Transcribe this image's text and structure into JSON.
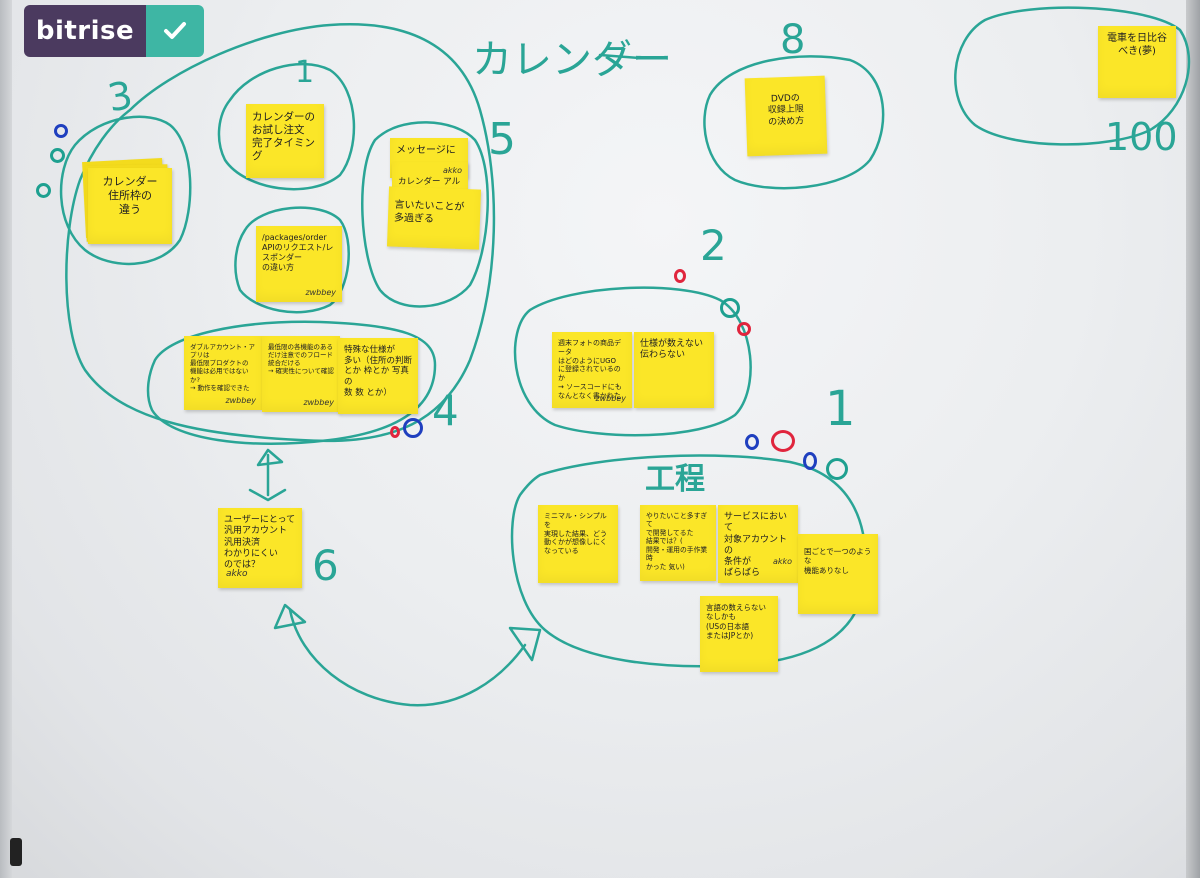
{
  "logo": {
    "text": "bitrise"
  },
  "board": {
    "title": "カレンダー",
    "numbers": {
      "n3": "3",
      "n1_top": "1",
      "n5": "5",
      "n8": "8",
      "n100": "100",
      "n2": "2",
      "n1_right": "1",
      "n4": "4",
      "n6": "6"
    },
    "section_label": "工程"
  },
  "notes": {
    "calendar_location": "カレンダー\n住所枠の\n違う",
    "calendar_order": "カレンダーの\nお試し注文\n完了タイミング",
    "message_top": "メッセージに",
    "message_mid": "カレンダー アルバム",
    "message_bottom": "言いたいことが\n多過ぎる",
    "message_sig": "akko",
    "packages": "/packages/order\nAPIのリクエスト/レスポンダー\nの違い方",
    "packages_sig": "zwbbey",
    "note_a": "ダブルアカウント・アプリは\n最低限プロダクトの\n機能は必用ではないか?\n→ 動作を確認できた",
    "note_a_sig": "zwbbey",
    "note_b": "最低限の各機能のある\nだけ注意でのフロード\n統合だける\n→ 確実性について確認",
    "note_b_sig": "zwbbey",
    "note_c": "特殊な仕様が\n多い（住所の判断\nとか 枠とか 写真の\n数 数 とか）",
    "photo": "週末フォトの商品データ\nはどのようにUGO\nに登録されているのか\n→ ソースコードにも\nなんとなく書かれた",
    "photo_sig": "zwbbey",
    "spec": "仕様が数えない\n伝わらない",
    "dvd": "DVDの\n収録上限\nの決め方",
    "train": "電車を日比谷\nべき(夢)",
    "users": "ユーザーにとって\n汎用アカウント\n汎用決済\nわかりにくい\nのでは？",
    "users_sig": "akko",
    "minimal": "ミニマル・シンプルを\n実現した結果、どう\n動くかが想像しにく\nなっている",
    "yatta": "やりたいこと多すぎて\nで開発してるた\n結果では？(\n開発・運用の手作業時\nかった 気い)",
    "service": "サービスにおいて\n対象アカウントの\n条件が\nばらばら",
    "service_sig": "akko",
    "region": "国ごとで一つのような\n機能ありなし",
    "language": "言語の数えらない\nなしかも\n(USの日本語\nまたはJPとか)"
  },
  "colors": {
    "marker": "#2aa596",
    "sticky": "#fbe628",
    "logo_bg": "#4b3a5f",
    "logo_check": "#3eb6a4",
    "dot_blue": "#1f3fbf",
    "dot_red": "#e0253d",
    "dot_green": "#1ea090"
  },
  "icons": {
    "logo_check": "check-icon"
  }
}
